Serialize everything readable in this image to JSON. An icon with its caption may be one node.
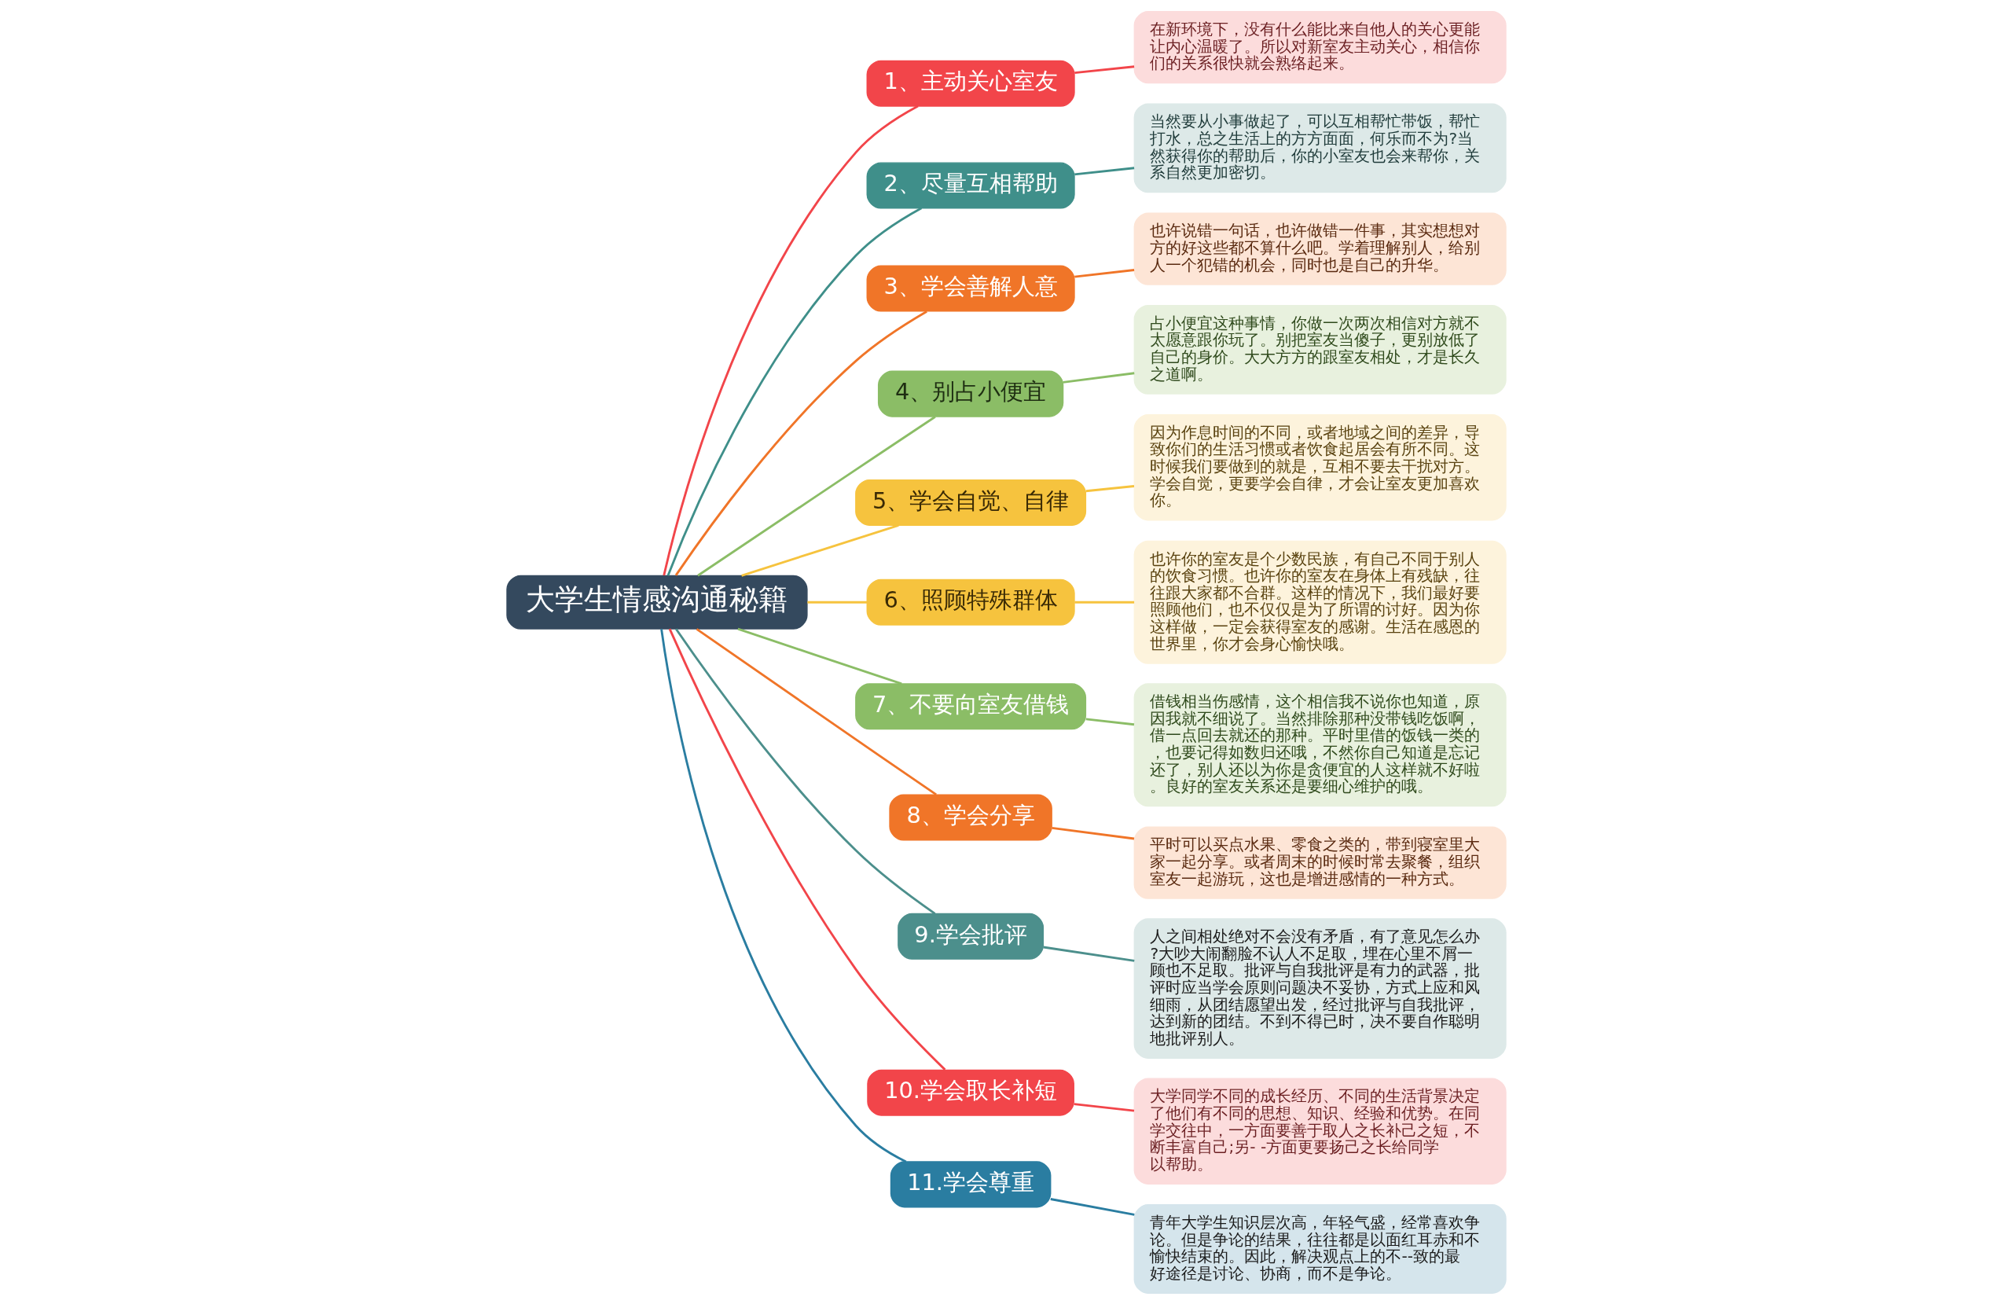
{
  "diagram": {
    "nodes": [
      {
        "text": [
          "大学生情感沟通秘籍"
        ]
      },
      {
        "text": [
          "1、主动关心室友"
        ]
      },
      {
        "text": [
          "在新环境下，没有什么能比来自他人的关心更能让内心温暖了。所以对新室友主动关心，相信你们的关系很快就会熟络起来。"
        ]
      },
      {
        "text": [
          "2、尽量互相帮助"
        ]
      },
      {
        "text": [
          "当然要从小事做起了，可以互相帮忙带饭，帮忙打水，总之生活上的方方面面，何乐而不为?当然获得你的帮助后，你的小室友也会来帮你，关系自然更加密切。"
        ]
      },
      {
        "text": [
          "3、学会善解人意"
        ]
      },
      {
        "text": [
          "也许说错一句话，也许做错一件事，其实想想对方的好这些都不算什么吧。学着理解别人，给别人一个犯错的机会，同时也是自己的升华。"
        ]
      },
      {
        "text": [
          "4、别占小便宜"
        ]
      },
      {
        "text": [
          "占小便宜这种事情，你做一次两次相信对方就不太愿意跟你玩了。别把室友当傻子，更别放低了自己的身价。大大方方的跟室友相处，才是长久之道啊。"
        ]
      },
      {
        "text": [
          "5、学会自觉、自律"
        ]
      },
      {
        "text": [
          "因为作息时间的不同，或者地域之间的差异，导致你们的生活习惯或者饮食起居会有所不同。这时候我们要做到的就是，互相不要去干扰对方。学会自觉，更要学会自律，才会让室友更加喜欢你。"
        ]
      },
      {
        "text": [
          "6、照顾特殊群体"
        ]
      },
      {
        "text": [
          "也许你的室友是个少数民族，有自己不同于别人的饮食习惯。也许你的室友在身体上有残缺，往往跟大家都不合群。这样的情况下，我们最好要照顾他们，也不仅仅是为了所谓的讨好。因为你这样做，一定会获得室友的感谢。生活在感恩的世界里，你才会身心愉快哦。"
        ]
      },
      {
        "text": [
          "7、不要向室友借钱"
        ]
      },
      {
        "text": [
          "借钱相当伤感情，这个相信我不说你也知道，原因我就不细说了。当然排除那种没带钱吃饭啊，借一点回去就还的那种。平时里借的饭钱一类的，也要记得如数归还哦，不然你自己知道是忘记还了，别人还以为你是贪便宜的人这样就不好啦。良好的室友关系还是要细心维护的哦。"
        ]
      },
      {
        "text": [
          "8、学会分享"
        ]
      },
      {
        "text": [
          "平时可以买点水果、零食之类的，带到寝室里大家一起分享。或者周末的时候时常去聚餐，组织室友一起游玩，这也是增进感情的一种方式。"
        ]
      },
      {
        "text": [
          "9.学会批评"
        ]
      },
      {
        "text": [
          "人之间相处绝对不会没有矛盾，有了意见怎么办?大吵大闹翻脸不认人不足取，埋在心里不屑一顾也不足取。批评与自我批评是有力的武器，批评时应当学会原则问题决不妥协，方式上应和风细雨，从团结愿望出发，经过批评与自我批评，达到新的团结。不到不得已时，决不要自作聪明地批评别人。"
        ]
      },
      {
        "text": [
          "10.学会取长补短"
        ]
      },
      {
        "text": [
          "大学同学不同的成长经历、不同的生活背景决定了他们有不同的思想、知识、经验和优势。在同学交往中，一方面要善于取人之长补己之短，不断丰富自己;另- -方面更要扬己之长给同学以帮助。"
        ]
      },
      {
        "text": [
          "11.学会尊重"
        ]
      },
      {
        "text": [
          "青年大学生知识层次高，年轻气盛，经常喜欢争论。但是争论的结果，往往都是以面红耳赤和不愉快结束的。因此，解决观点上的不--致的最好途径是讨论、协商，而不是争论。"
        ]
      }
    ],
    "edges": [
      {
        "from": 0,
        "to": 1,
        "arrow": "none",
        "color": "#f2454a"
      },
      {
        "from": 1,
        "to": 2,
        "arrow": "none",
        "color": "#f2454a"
      },
      {
        "from": 0,
        "to": 3,
        "arrow": "none",
        "color": "#3f8f8a"
      },
      {
        "from": 3,
        "to": 4,
        "arrow": "none",
        "color": "#3f8f8a"
      },
      {
        "from": 0,
        "to": 5,
        "arrow": "none",
        "color": "#f07528"
      },
      {
        "from": 5,
        "to": 6,
        "arrow": "none",
        "color": "#f07528"
      },
      {
        "from": 0,
        "to": 7,
        "arrow": "none",
        "color": "#8bbd66"
      },
      {
        "from": 7,
        "to": 8,
        "arrow": "none",
        "color": "#8bbd66"
      },
      {
        "from": 0,
        "to": 9,
        "arrow": "none",
        "color": "#f6c33e"
      },
      {
        "from": 9,
        "to": 10,
        "arrow": "none",
        "color": "#f6c33e"
      },
      {
        "from": 0,
        "to": 11,
        "arrow": "none",
        "color": "#f6c33e"
      },
      {
        "from": 11,
        "to": 12,
        "arrow": "none",
        "color": "#f6c33e"
      },
      {
        "from": 0,
        "to": 13,
        "arrow": "none",
        "color": "#8bbd66"
      },
      {
        "from": 13,
        "to": 14,
        "arrow": "none",
        "color": "#8bbd66"
      },
      {
        "from": 0,
        "to": 15,
        "arrow": "none",
        "color": "#f07528"
      },
      {
        "from": 15,
        "to": 16,
        "arrow": "none",
        "color": "#f07528"
      },
      {
        "from": 0,
        "to": 17,
        "arrow": "none",
        "color": "#4c8f8c"
      },
      {
        "from": 17,
        "to": 18,
        "arrow": "none",
        "color": "#4c8f8c"
      },
      {
        "from": 0,
        "to": 19,
        "arrow": "none",
        "color": "#f2454a"
      },
      {
        "from": 19,
        "to": 20,
        "arrow": "none",
        "color": "#f2454a"
      },
      {
        "from": 0,
        "to": 21,
        "arrow": "none",
        "color": "#2a7da1"
      },
      {
        "from": 21,
        "to": 22,
        "arrow": "none",
        "color": "#2a7da1"
      }
    ]
  }
}
